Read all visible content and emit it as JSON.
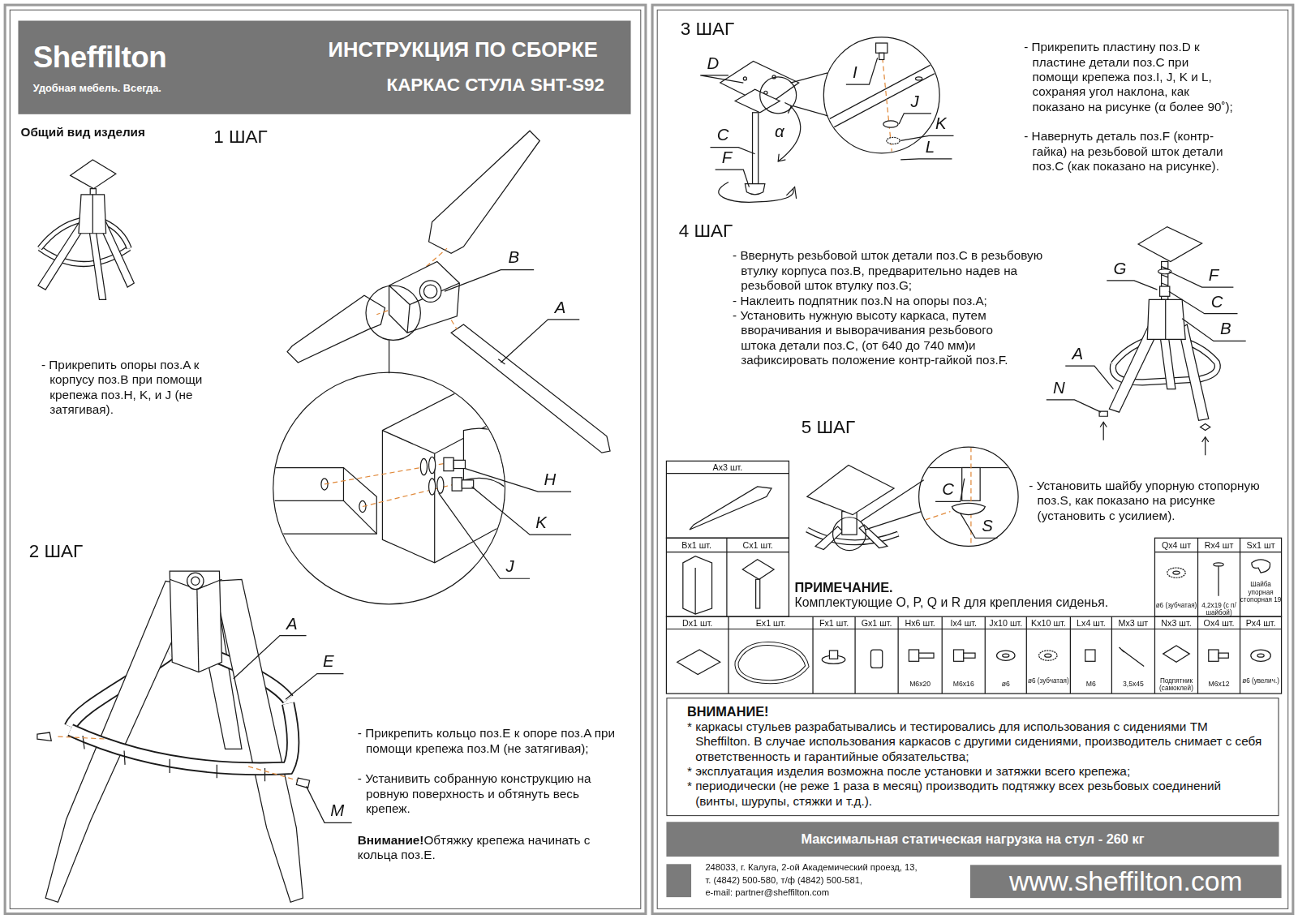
{
  "diagram": {
    "nodes": [
      {
        "text": [
          "Sheffilton",
          "Удобная мебель. Всегда.",
          "ИНСТРУКЦИЯ ПО СБОРКЕ",
          "КАРКАС СТУЛА SHT-S92"
        ]
      },
      {
        "text": [
          "ВНИМАНИЕ!",
          "* каркасы стульев разрабатывались и тестировались для использования с сидениями ТМ Sheffilton. В случае использования каркасов с другими сидениями, производитель снимает с себя ответственность и гарантийные обязательства;",
          "* эксплуатация изделия возможна после установки и затяжки всего крепежа;",
          "* периодически (не реже 1 раза в месяц) производить подтяжку всех резьбовых соединений (винты, шурупы, стяжки и т.д.)."
        ]
      },
      {
        "text": [
          "Максимальная статическая нагрузка на стул - 260 кг"
        ]
      },
      {
        "text": [
          "www.sheffilton.com"
        ]
      }
    ],
    "labels": [
      "Общий вид изделия",
      "1 ШАГ",
      "B",
      "A",
      "H",
      "K",
      "J",
      "- Прикрепить опоры поз.A к корпусу поз.B при помощи крепежа поз.H, K, и J (не затягивая).",
      "2 ШАГ",
      "A",
      "E",
      "M",
      "- Прикрепить кольцо поз.E к опоре поз.A при помощи крепежа поз.M (не затягивая);",
      "- Устанивить собранную конструкцию на ровную поверхность и обтянуть весь крепеж.",
      "Внимание!",
      "Обтяжку крепежа начинать с кольца поз.E.",
      "3 ШАГ",
      "D",
      "C",
      "F",
      "α",
      "I",
      "J",
      "K",
      "L",
      "- Прикрепить пластину поз.D к пластине детали поз.C при помощи крепежа поз.I, J, K и L, сохраняя угол наклона, как показано на рисунке (α более 90˚);",
      "- Навернуть деталь поз.F (контр-гайка) на резьбовой шток детали поз.C (как показано на рисунке).",
      "4 ШАГ",
      "- Ввернуть резьбовой шток детали поз.C в резьбовую втулку корпуса поз.B, предварительно надев на резьбовой шток втулку поз.G;",
      "- Наклеить подпятник поз.N на опоры поз.A;",
      "- Установить нужную высоту каркаса, путем вворачивания и выворачивания резьбового штока детали поз.C, (от 640 до 740 мм)и зафиксировать положение контр-гайкой поз.F.",
      "G",
      "F",
      "C",
      "B",
      "A",
      "N",
      "5 ШАГ",
      "C",
      "S",
      "- Установить шайбу упорную стопорную поз.S, как показано на рисунке (установить с усилием).",
      "ПРИМЕЧАНИЕ.",
      "Комплектующие O, P, Q и R для крепления сиденья.",
      "Ax3 шт.",
      "Bx1 шт.",
      "Cx1 шт.",
      "Qx4 шт",
      "Rx4 шт",
      "Sx1 шт",
      "ø6 (зубчатая)",
      "4,2x19 (с п/шайбой)",
      "Шайба упорная стопорная 19",
      "Dx1 шт.",
      "Ex1 шт.",
      "Fx1 шт.",
      "Gx1 шт.",
      "Hx6 шт.",
      "Ix4 шт.",
      "Jx10 шт.",
      "Kx10 шт.",
      "Lx4 шт.",
      "Mx3 шт",
      "Nx3 шт.",
      "Ox4 шт.",
      "Px4 шт.",
      "M6x20",
      "M6x16",
      "ø6",
      "ø6 (зубчатая)",
      "M6",
      "3,5x45",
      "Подпятник (самоклей)",
      "M6x12",
      "ø6 (увелич.)",
      "248033, г. Калуга, 2-ой Академический проезд, 13,",
      "т. (4842) 500-580, т/ф (4842) 500-581,",
      "e-mail: partner@sheffilton.com"
    ]
  }
}
